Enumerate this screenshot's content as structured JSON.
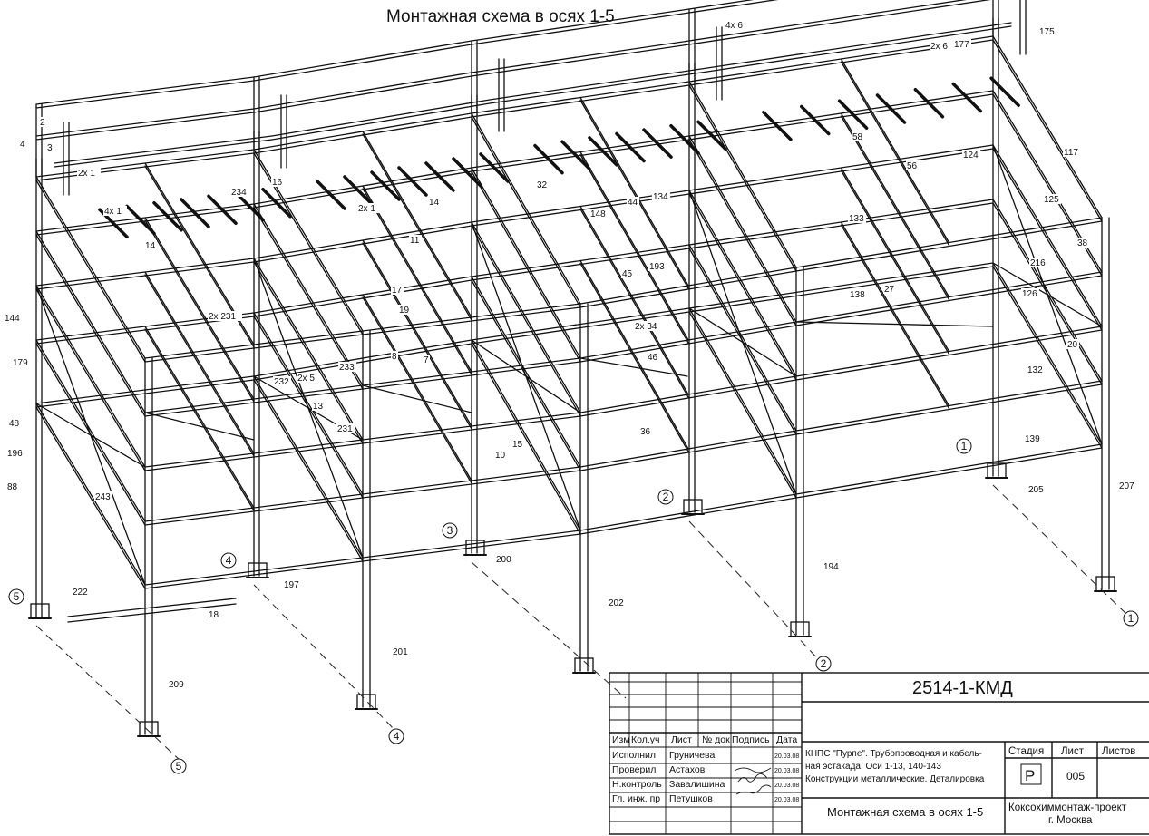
{
  "drawing": {
    "title": "Монтажная схема в осях 1-5",
    "axis_markers": [
      "1",
      "2",
      "3",
      "4",
      "5"
    ],
    "member_labels": [
      {
        "t": "2"
      },
      {
        "t": "4"
      },
      {
        "t": "3"
      },
      {
        "t": "2x 1"
      },
      {
        "t": "4x 1"
      },
      {
        "t": "14"
      },
      {
        "t": "16"
      },
      {
        "t": "234"
      },
      {
        "t": "2x 1"
      },
      {
        "t": "14"
      },
      {
        "t": "11"
      },
      {
        "t": "17"
      },
      {
        "t": "19"
      },
      {
        "t": "8"
      },
      {
        "t": "7"
      },
      {
        "t": "13"
      },
      {
        "t": "233"
      },
      {
        "t": "232"
      },
      {
        "t": "231"
      },
      {
        "t": "2x 231"
      },
      {
        "t": "2x 5"
      },
      {
        "t": "15"
      },
      {
        "t": "10"
      },
      {
        "t": "243"
      },
      {
        "t": "144"
      },
      {
        "t": "179"
      },
      {
        "t": "48"
      },
      {
        "t": "196"
      },
      {
        "t": "88"
      },
      {
        "t": "222"
      },
      {
        "t": "18"
      },
      {
        "t": "209"
      },
      {
        "t": "197"
      },
      {
        "t": "201"
      },
      {
        "t": "200"
      },
      {
        "t": "202"
      },
      {
        "t": "194"
      },
      {
        "t": "205"
      },
      {
        "t": "207"
      },
      {
        "t": "4x 6"
      },
      {
        "t": "2x 6"
      },
      {
        "t": "177"
      },
      {
        "t": "175"
      },
      {
        "t": "58"
      },
      {
        "t": "124"
      },
      {
        "t": "117"
      },
      {
        "t": "125"
      },
      {
        "t": "38"
      },
      {
        "t": "216"
      },
      {
        "t": "126"
      },
      {
        "t": "20"
      },
      {
        "t": "132"
      },
      {
        "t": "139"
      },
      {
        "t": "27"
      },
      {
        "t": "138"
      },
      {
        "t": "133"
      },
      {
        "t": "56"
      },
      {
        "t": "2x 34"
      },
      {
        "t": "45"
      },
      {
        "t": "46"
      },
      {
        "t": "193"
      },
      {
        "t": "148"
      },
      {
        "t": "44"
      },
      {
        "t": "134"
      },
      {
        "t": "32"
      },
      {
        "t": "36"
      }
    ]
  },
  "title_block": {
    "code": "2514-1-КМД",
    "header_cols": [
      "Изм",
      "Кол.уч",
      "Лист",
      "№ док",
      "Подпись",
      "Дата"
    ],
    "rows": [
      {
        "role": "Исполнил",
        "name": "Груничева",
        "date": "20.03.08"
      },
      {
        "role": "Проверил",
        "name": "Астахов",
        "date": "20.03.08"
      },
      {
        "role": "Н.контроль",
        "name": "Завалишина",
        "date": "20.03.08"
      },
      {
        "role": "Гл. инж. пр",
        "name": "Петушков",
        "date": "20.03.08"
      }
    ],
    "project_desc_line1": "КНПС \"Пурпе\". Трубопроводная и кабель-",
    "project_desc_line2": "ная эстакада. Оси 1-13, 140-143",
    "project_desc_line3": "Конструкции металлические. Деталировка",
    "stage_header": "Стадия",
    "sheet_header": "Лист",
    "sheets_header": "Листов",
    "stage": "Р",
    "sheet": "005",
    "sheets": "",
    "sheet_name": "Монтажная схема в осях 1-5",
    "org_line1": "Коксохиммонтаж-проект",
    "org_line2": "г. Москва"
  }
}
